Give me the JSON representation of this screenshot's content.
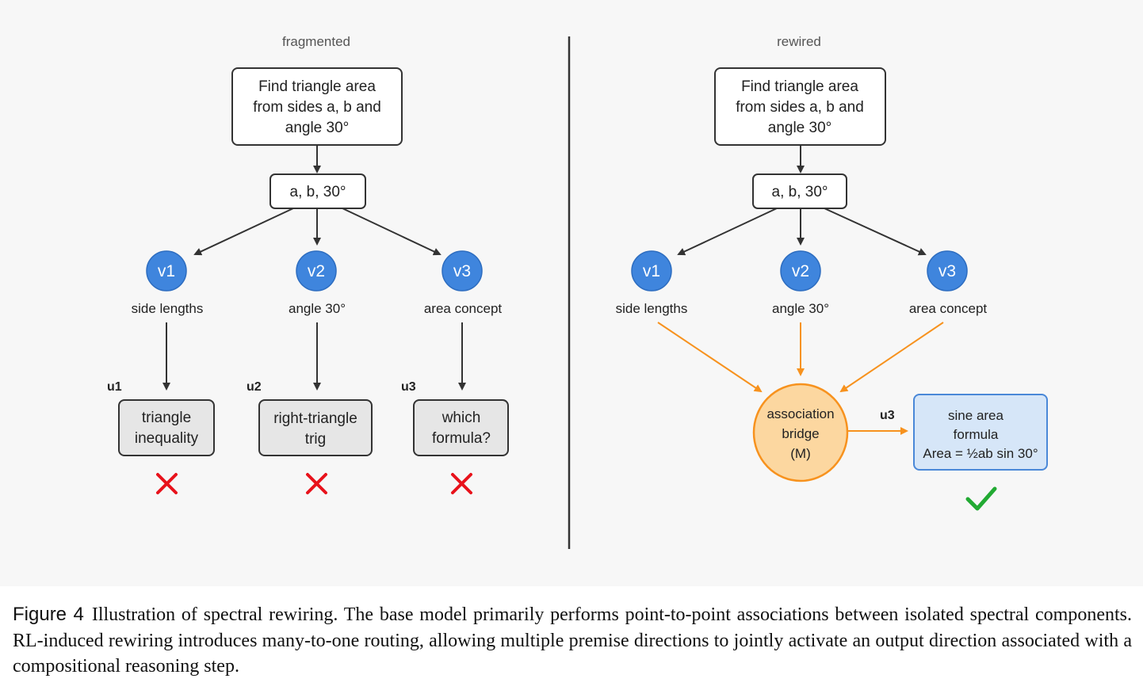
{
  "figure": {
    "left_panel": {
      "title": "fragmented",
      "question_lines": [
        "Find triangle area",
        "from sides a, b and",
        "angle 30°"
      ],
      "tokens": "a, b, 30°",
      "nodes": [
        {
          "id": "v1",
          "label": "side lengths",
          "u_label": "u1",
          "result_lines": [
            "triangle",
            "inequality"
          ]
        },
        {
          "id": "v2",
          "label": "angle 30°",
          "u_label": "u2",
          "result_lines": [
            "right-triangle",
            "trig"
          ]
        },
        {
          "id": "v3",
          "label": "area concept",
          "u_label": "u3",
          "result_lines": [
            "which",
            "formula?"
          ]
        }
      ],
      "outcome_icon": "cross-icon"
    },
    "right_panel": {
      "title": "rewired",
      "question_lines": [
        "Find triangle area",
        "from sides a, b and",
        "angle 30°"
      ],
      "tokens": "a, b, 30°",
      "nodes": [
        {
          "id": "v1",
          "label": "side lengths"
        },
        {
          "id": "v2",
          "label": "angle 30°"
        },
        {
          "id": "v3",
          "label": "area concept"
        }
      ],
      "bridge_lines": [
        "association",
        "bridge",
        "(M)"
      ],
      "u_label": "u3",
      "result_lines": [
        "sine area",
        "formula",
        "Area = ½ab sin 30°"
      ],
      "outcome_icon": "check-icon"
    },
    "colors": {
      "node_blue": "#3f85dd",
      "orange": "#f7921e",
      "bridge_fill": "#fcd7a0",
      "result_blue": "#d6e6f8",
      "result_border": "#4a88d8",
      "gray_box": "#e6e6e6",
      "cross_red": "#e8121b",
      "check_green": "#22aa33"
    }
  },
  "caption": {
    "label": "Figure 4",
    "text": "Illustration of spectral rewiring. The base model primarily performs point-to-point associations between isolated spectral components. RL-induced rewiring introduces many-to-one routing, allowing multiple premise directions to jointly activate an output direction associated with a compositional reasoning step."
  }
}
